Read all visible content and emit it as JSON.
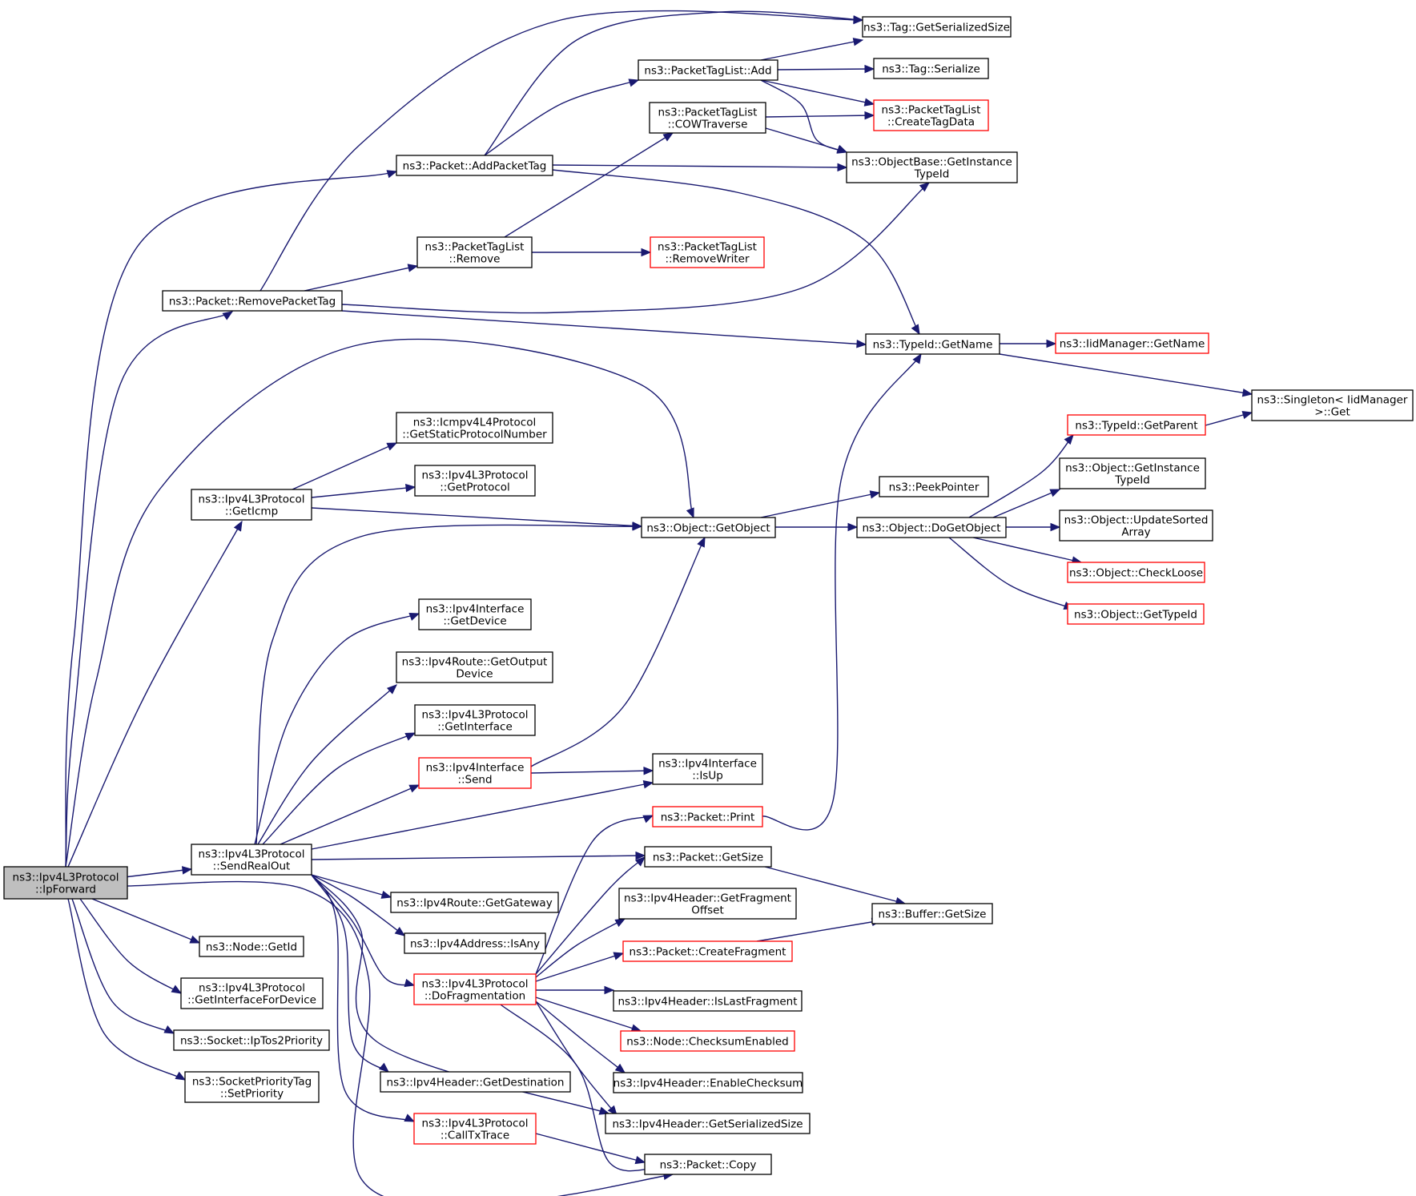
{
  "graph": {
    "colors": {
      "edge": "#191970",
      "border_default": "#000000",
      "border_incomplete": "#ff0000",
      "root_fill": "#bfbfbf"
    },
    "nodes": [
      {
        "id": "ipforward",
        "lines": [
          "ns3::Ipv4L3Protocol",
          "::IpForward"
        ],
        "kind": "root"
      },
      {
        "id": "sendrealout",
        "lines": [
          "ns3::Ipv4L3Protocol",
          "::SendRealOut"
        ],
        "kind": "normal"
      },
      {
        "id": "geticmp",
        "lines": [
          "ns3::Ipv4L3Protocol",
          "::GetIcmp"
        ],
        "kind": "normal"
      },
      {
        "id": "removepackettag",
        "lines": [
          "ns3::Packet::RemovePacketTag"
        ],
        "kind": "normal"
      },
      {
        "id": "addpackettag",
        "lines": [
          "ns3::Packet::AddPacketTag"
        ],
        "kind": "normal"
      },
      {
        "id": "nodegetid",
        "lines": [
          "ns3::Node::GetId"
        ],
        "kind": "normal"
      },
      {
        "id": "getinterfacefordevice",
        "lines": [
          "ns3::Ipv4L3Protocol",
          "::GetInterfaceForDevice"
        ],
        "kind": "normal"
      },
      {
        "id": "iptos2priority",
        "lines": [
          "ns3::Socket::IpTos2Priority"
        ],
        "kind": "normal"
      },
      {
        "id": "setpriority",
        "lines": [
          "ns3::SocketPriorityTag",
          "::SetPriority"
        ],
        "kind": "normal"
      },
      {
        "id": "taggetserializedsize",
        "lines": [
          "ns3::Tag::GetSerializedSize"
        ],
        "kind": "normal"
      },
      {
        "id": "packettaglistadd",
        "lines": [
          "ns3::PacketTagList::Add"
        ],
        "kind": "normal"
      },
      {
        "id": "tagserialize",
        "lines": [
          "ns3::Tag::Serialize"
        ],
        "kind": "normal"
      },
      {
        "id": "createtagdata",
        "lines": [
          "ns3::PacketTagList",
          "::CreateTagData"
        ],
        "kind": "incomplete"
      },
      {
        "id": "cowtraverse",
        "lines": [
          "ns3::PacketTagList",
          "::COWTraverse"
        ],
        "kind": "normal"
      },
      {
        "id": "objectbasegetinstancetypeid",
        "lines": [
          "ns3::ObjectBase::GetInstance",
          "TypeId"
        ],
        "kind": "normal"
      },
      {
        "id": "packettaglistremove",
        "lines": [
          "ns3::PacketTagList",
          "::Remove"
        ],
        "kind": "normal"
      },
      {
        "id": "removewriter",
        "lines": [
          "ns3::PacketTagList",
          "::RemoveWriter"
        ],
        "kind": "incomplete"
      },
      {
        "id": "typeidgetname",
        "lines": [
          "ns3::TypeId::GetName"
        ],
        "kind": "normal"
      },
      {
        "id": "iidmanagergetname",
        "lines": [
          "ns3::IidManager::GetName"
        ],
        "kind": "incomplete"
      },
      {
        "id": "singletonget",
        "lines": [
          "ns3::Singleton< IidManager",
          ">::Get"
        ],
        "kind": "normal"
      },
      {
        "id": "getstaticprotocolnumber",
        "lines": [
          "ns3::Icmpv4L4Protocol",
          "::GetStaticProtocolNumber"
        ],
        "kind": "normal"
      },
      {
        "id": "getprotocol",
        "lines": [
          "ns3::Ipv4L3Protocol",
          "::GetProtocol"
        ],
        "kind": "normal"
      },
      {
        "id": "objectgetobject",
        "lines": [
          "ns3::Object::GetObject"
        ],
        "kind": "normal"
      },
      {
        "id": "peekpointer",
        "lines": [
          "ns3::PeekPointer"
        ],
        "kind": "normal"
      },
      {
        "id": "dogetobject",
        "lines": [
          "ns3::Object::DoGetObject"
        ],
        "kind": "normal"
      },
      {
        "id": "typeidgetparent",
        "lines": [
          "ns3::TypeId::GetParent"
        ],
        "kind": "incomplete"
      },
      {
        "id": "objectgetinstancetypeid",
        "lines": [
          "ns3::Object::GetInstance",
          "TypeId"
        ],
        "kind": "normal"
      },
      {
        "id": "updatesortedarray",
        "lines": [
          "ns3::Object::UpdateSorted",
          "Array"
        ],
        "kind": "normal"
      },
      {
        "id": "checkloose",
        "lines": [
          "ns3::Object::CheckLoose"
        ],
        "kind": "incomplete"
      },
      {
        "id": "objectgettypeid",
        "lines": [
          "ns3::Object::GetTypeId"
        ],
        "kind": "incomplete"
      },
      {
        "id": "ipv4interfacegetdevice",
        "lines": [
          "ns3::Ipv4Interface",
          "::GetDevice"
        ],
        "kind": "normal"
      },
      {
        "id": "getoutputdevice",
        "lines": [
          "ns3::Ipv4Route::GetOutput",
          "Device"
        ],
        "kind": "normal"
      },
      {
        "id": "getinterface",
        "lines": [
          "ns3::Ipv4L3Protocol",
          "::GetInterface"
        ],
        "kind": "normal"
      },
      {
        "id": "ipv4interfacesend",
        "lines": [
          "ns3::Ipv4Interface",
          "::Send"
        ],
        "kind": "incomplete"
      },
      {
        "id": "isup",
        "lines": [
          "ns3::Ipv4Interface",
          "::IsUp"
        ],
        "kind": "normal"
      },
      {
        "id": "packetprint",
        "lines": [
          "ns3::Packet::Print"
        ],
        "kind": "incomplete"
      },
      {
        "id": "packetgetsize",
        "lines": [
          "ns3::Packet::GetSize"
        ],
        "kind": "normal"
      },
      {
        "id": "buffergetsize",
        "lines": [
          "ns3::Buffer::GetSize"
        ],
        "kind": "normal"
      },
      {
        "id": "getgateway",
        "lines": [
          "ns3::Ipv4Route::GetGateway"
        ],
        "kind": "normal"
      },
      {
        "id": "getfragmentoffset",
        "lines": [
          "ns3::Ipv4Header::GetFragment",
          "Offset"
        ],
        "kind": "normal"
      },
      {
        "id": "isany",
        "lines": [
          "ns3::Ipv4Address::IsAny"
        ],
        "kind": "normal"
      },
      {
        "id": "createfragment",
        "lines": [
          "ns3::Packet::CreateFragment"
        ],
        "kind": "incomplete"
      },
      {
        "id": "dofragmentation",
        "lines": [
          "ns3::Ipv4L3Protocol",
          "::DoFragmentation"
        ],
        "kind": "incomplete"
      },
      {
        "id": "islastfragment",
        "lines": [
          "ns3::Ipv4Header::IsLastFragment"
        ],
        "kind": "normal"
      },
      {
        "id": "checksumenabled",
        "lines": [
          "ns3::Node::ChecksumEnabled"
        ],
        "kind": "incomplete"
      },
      {
        "id": "getdestination",
        "lines": [
          "ns3::Ipv4Header::GetDestination"
        ],
        "kind": "normal"
      },
      {
        "id": "enablechecksum",
        "lines": [
          "ns3::Ipv4Header::EnableChecksum"
        ],
        "kind": "normal"
      },
      {
        "id": "headergetserializedsize",
        "lines": [
          "ns3::Ipv4Header::GetSerializedSize"
        ],
        "kind": "normal"
      },
      {
        "id": "calltxtrace",
        "lines": [
          "ns3::Ipv4L3Protocol",
          "::CallTxTrace"
        ],
        "kind": "incomplete"
      },
      {
        "id": "packetcopy",
        "lines": [
          "ns3::Packet::Copy"
        ],
        "kind": "normal"
      }
    ],
    "edges": [
      {
        "from": "ipforward",
        "to": "sendrealout"
      },
      {
        "from": "ipforward",
        "to": "geticmp"
      },
      {
        "from": "ipforward",
        "to": "removepackettag"
      },
      {
        "from": "ipforward",
        "to": "addpackettag"
      },
      {
        "from": "ipforward",
        "to": "objectgetobject"
      },
      {
        "from": "ipforward",
        "to": "nodegetid"
      },
      {
        "from": "ipforward",
        "to": "getinterfacefordevice"
      },
      {
        "from": "ipforward",
        "to": "iptos2priority"
      },
      {
        "from": "ipforward",
        "to": "setpriority"
      },
      {
        "from": "ipforward",
        "to": "packetcopy"
      },
      {
        "from": "addpackettag",
        "to": "taggetserializedsize"
      },
      {
        "from": "addpackettag",
        "to": "packettaglistadd"
      },
      {
        "from": "addpackettag",
        "to": "objectbasegetinstancetypeid"
      },
      {
        "from": "addpackettag",
        "to": "typeidgetname"
      },
      {
        "from": "packettaglistadd",
        "to": "taggetserializedsize"
      },
      {
        "from": "packettaglistadd",
        "to": "tagserialize"
      },
      {
        "from": "packettaglistadd",
        "to": "createtagdata"
      },
      {
        "from": "packettaglistadd",
        "to": "objectbasegetinstancetypeid"
      },
      {
        "from": "cowtraverse",
        "to": "createtagdata"
      },
      {
        "from": "cowtraverse",
        "to": "objectbasegetinstancetypeid"
      },
      {
        "from": "removepackettag",
        "to": "taggetserializedsize"
      },
      {
        "from": "removepackettag",
        "to": "packettaglistremove"
      },
      {
        "from": "removepackettag",
        "to": "objectbasegetinstancetypeid"
      },
      {
        "from": "removepackettag",
        "to": "typeidgetname"
      },
      {
        "from": "packettaglistremove",
        "to": "cowtraverse"
      },
      {
        "from": "packettaglistremove",
        "to": "removewriter"
      },
      {
        "from": "typeidgetname",
        "to": "iidmanagergetname"
      },
      {
        "from": "typeidgetname",
        "to": "singletonget"
      },
      {
        "from": "typeidgetparent",
        "to": "singletonget"
      },
      {
        "from": "geticmp",
        "to": "getstaticprotocolnumber"
      },
      {
        "from": "geticmp",
        "to": "getprotocol"
      },
      {
        "from": "geticmp",
        "to": "objectgetobject"
      },
      {
        "from": "objectgetobject",
        "to": "peekpointer"
      },
      {
        "from": "objectgetobject",
        "to": "dogetobject"
      },
      {
        "from": "dogetobject",
        "to": "typeidgetparent"
      },
      {
        "from": "dogetobject",
        "to": "objectgetinstancetypeid"
      },
      {
        "from": "dogetobject",
        "to": "updatesortedarray"
      },
      {
        "from": "dogetobject",
        "to": "checkloose"
      },
      {
        "from": "dogetobject",
        "to": "objectgettypeid"
      },
      {
        "from": "sendrealout",
        "to": "objectgetobject"
      },
      {
        "from": "sendrealout",
        "to": "ipv4interfacegetdevice"
      },
      {
        "from": "sendrealout",
        "to": "getoutputdevice"
      },
      {
        "from": "sendrealout",
        "to": "getinterface"
      },
      {
        "from": "sendrealout",
        "to": "ipv4interfacesend"
      },
      {
        "from": "sendrealout",
        "to": "isup"
      },
      {
        "from": "sendrealout",
        "to": "packetgetsize"
      },
      {
        "from": "sendrealout",
        "to": "getgateway"
      },
      {
        "from": "sendrealout",
        "to": "isany"
      },
      {
        "from": "sendrealout",
        "to": "dofragmentation"
      },
      {
        "from": "sendrealout",
        "to": "getdestination"
      },
      {
        "from": "sendrealout",
        "to": "headergetserializedsize"
      },
      {
        "from": "sendrealout",
        "to": "calltxtrace"
      },
      {
        "from": "ipv4interfacesend",
        "to": "objectgetobject"
      },
      {
        "from": "ipv4interfacesend",
        "to": "isup"
      },
      {
        "from": "packetprint",
        "to": "typeidgetname"
      },
      {
        "from": "packetgetsize",
        "to": "buffergetsize"
      },
      {
        "from": "createfragment",
        "to": "buffergetsize"
      },
      {
        "from": "dofragmentation",
        "to": "packetprint"
      },
      {
        "from": "dofragmentation",
        "to": "packetgetsize"
      },
      {
        "from": "dofragmentation",
        "to": "getfragmentoffset"
      },
      {
        "from": "dofragmentation",
        "to": "createfragment"
      },
      {
        "from": "dofragmentation",
        "to": "islastfragment"
      },
      {
        "from": "dofragmentation",
        "to": "checksumenabled"
      },
      {
        "from": "dofragmentation",
        "to": "enablechecksum"
      },
      {
        "from": "dofragmentation",
        "to": "headergetserializedsize"
      },
      {
        "from": "dofragmentation",
        "to": "packetcopy"
      },
      {
        "from": "calltxtrace",
        "to": "packetcopy"
      }
    ]
  }
}
